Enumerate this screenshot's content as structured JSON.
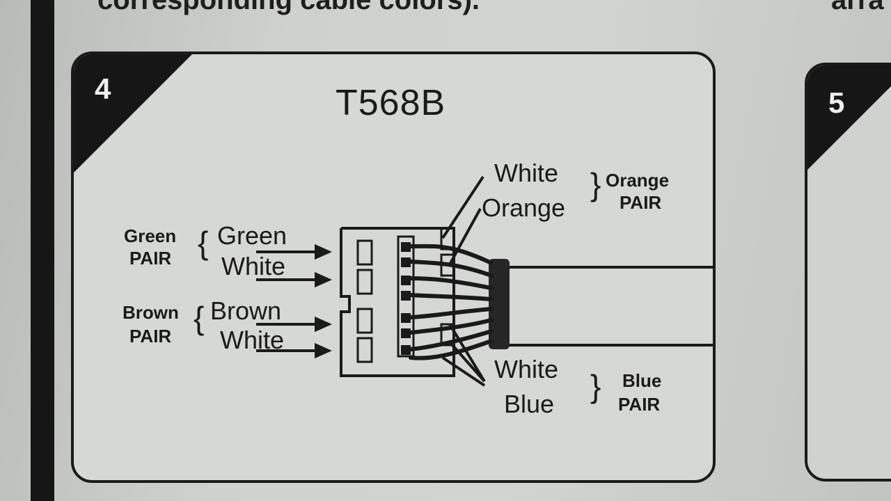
{
  "header": {
    "left_text": "corresponding cable colors).",
    "right_text": "arra"
  },
  "panel": {
    "step_number": "4",
    "title": "T568B"
  },
  "next_panel": {
    "step_number": "5"
  },
  "labels": {
    "green_pair_group": [
      "Green",
      "PAIR"
    ],
    "green_wires": [
      "Green",
      "White"
    ],
    "brown_pair_group": [
      "Brown",
      "PAIR"
    ],
    "brown_wires": [
      "Brown",
      "White"
    ],
    "orange_wires": [
      "White",
      "Orange"
    ],
    "orange_pair_group": [
      "Orange",
      "PAIR"
    ],
    "blue_wires": [
      "White",
      "Blue"
    ],
    "blue_pair_group": [
      "Blue",
      "PAIR"
    ]
  },
  "icons": {
    "arrow": "arrow-right-icon",
    "connector": "connector-icon",
    "cable": "cable-icon"
  },
  "colors": {
    "ink": "#1a1a1a",
    "paper": "#d6d8d5",
    "corner": "#161616"
  }
}
